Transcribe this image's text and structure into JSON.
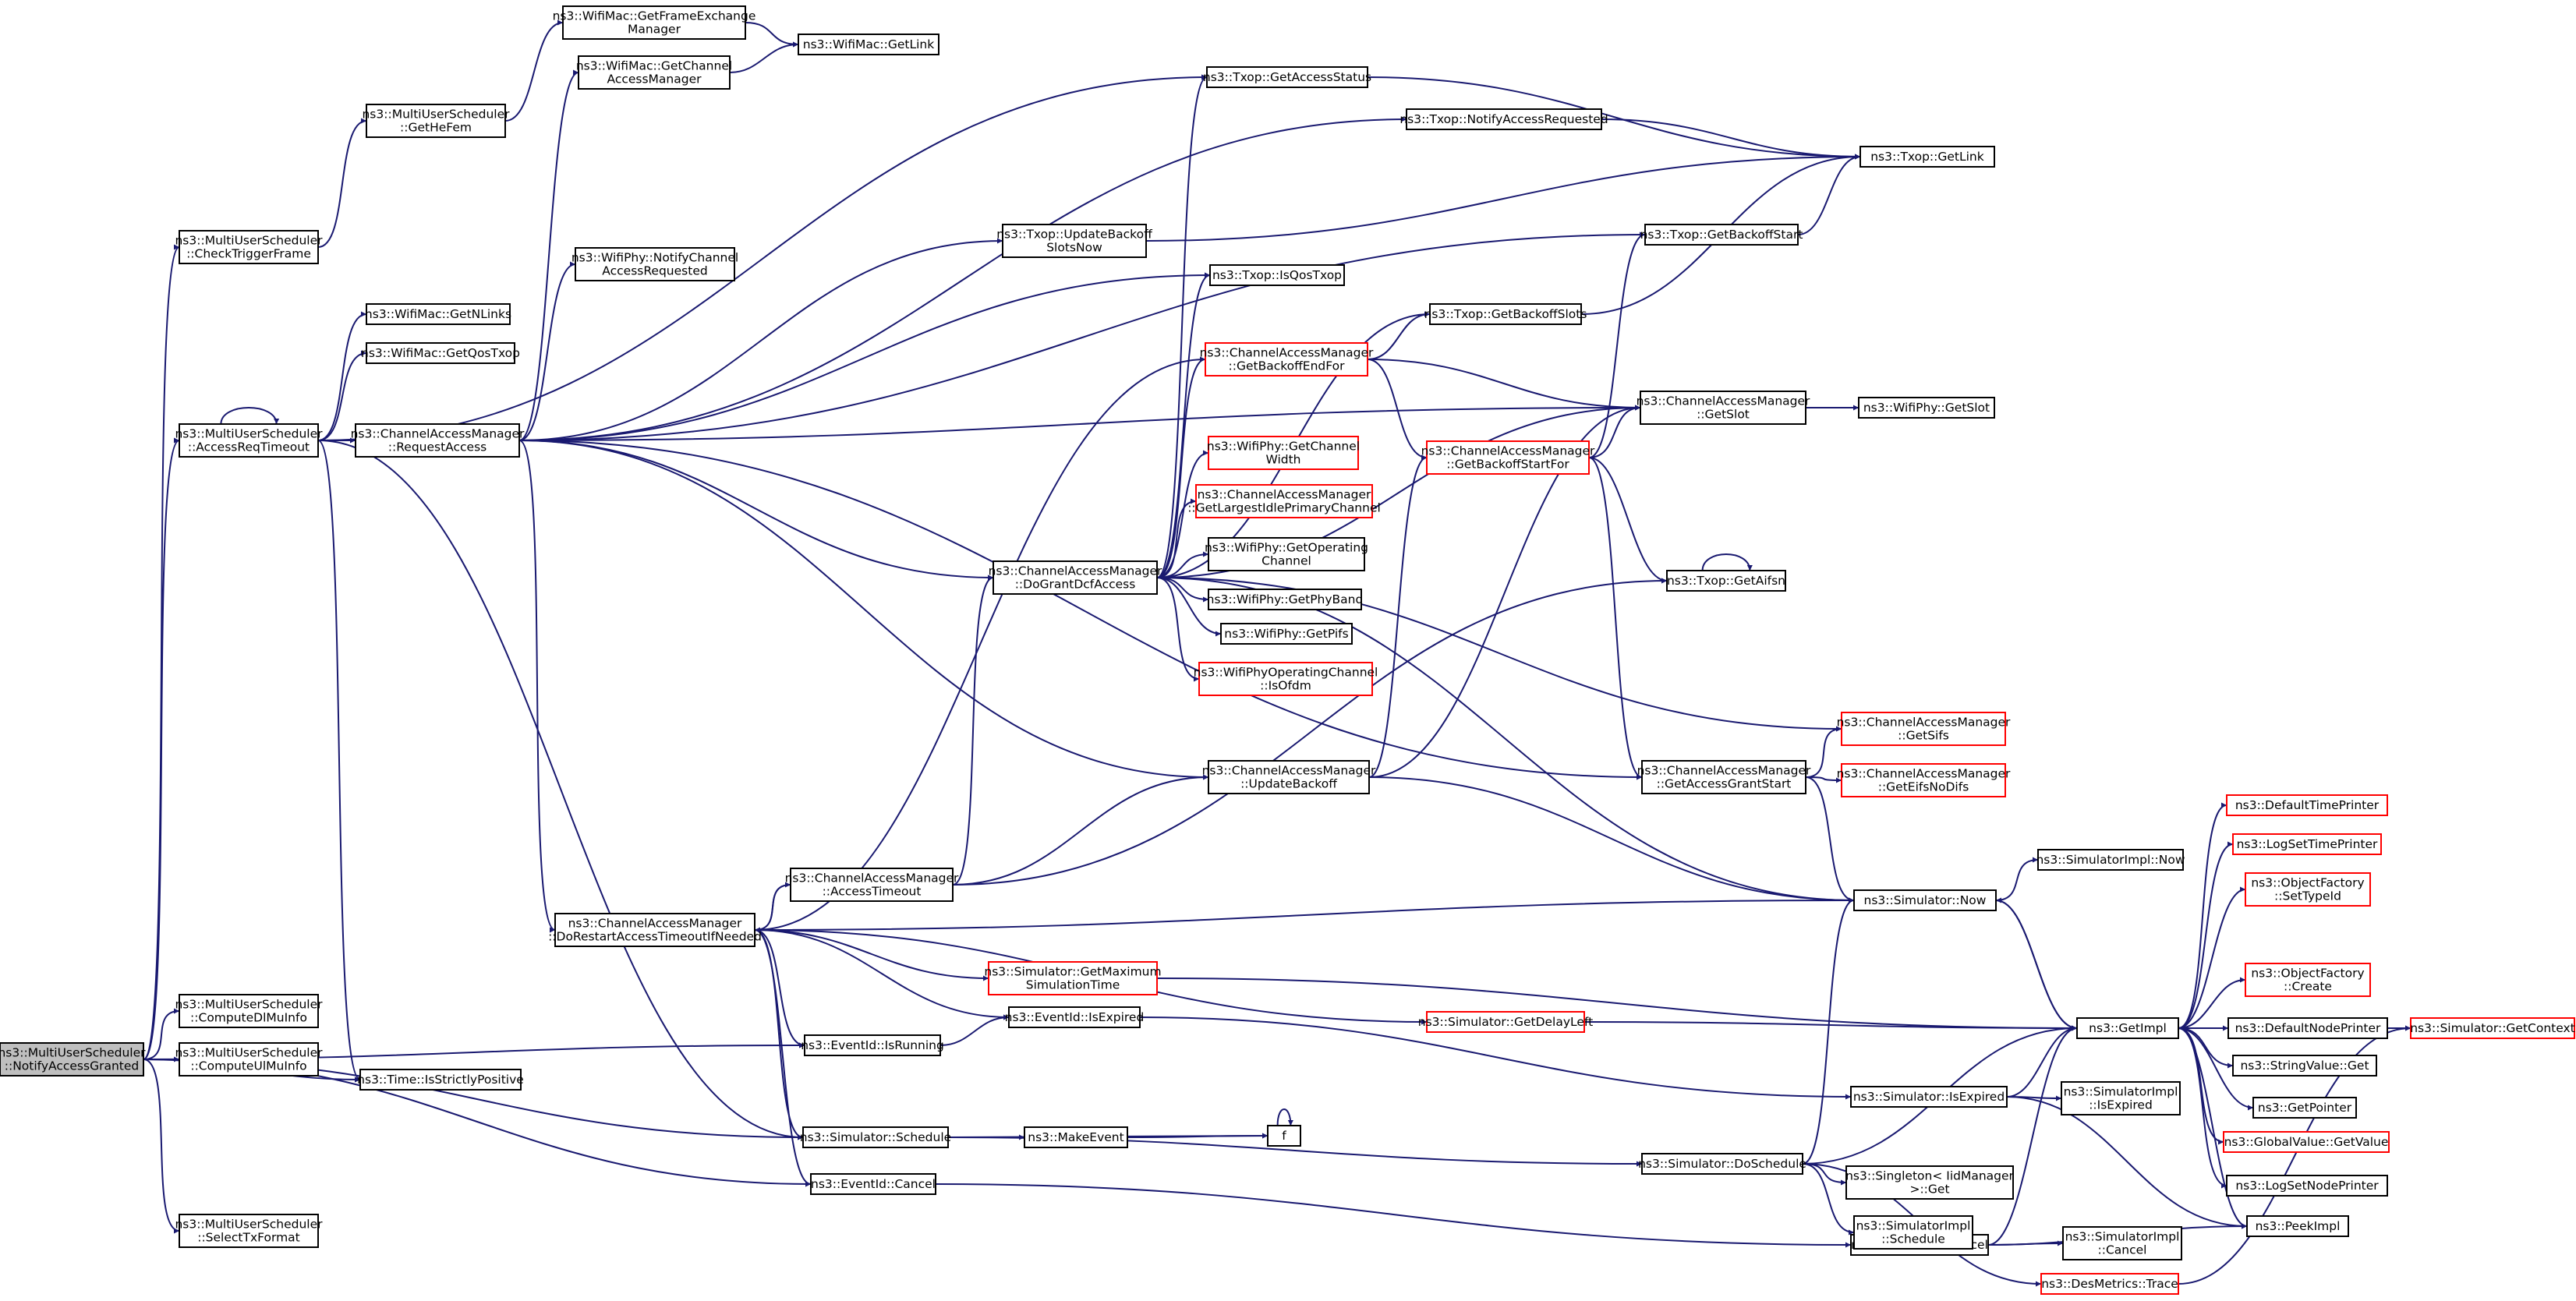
{
  "nodes": [
    {
      "id": "notify_access_granted",
      "lines": [
        "ns3::MultiUserScheduler",
        "::NotifyAccessGranted"
      ]
    },
    {
      "id": "check_trigger_frame",
      "lines": [
        "ns3::MultiUserScheduler",
        "::CheckTriggerFrame"
      ]
    },
    {
      "id": "access_req_timeout",
      "lines": [
        "ns3::MultiUserScheduler",
        "::AccessReqTimeout"
      ]
    },
    {
      "id": "compute_dl_mu_info",
      "lines": [
        "ns3::MultiUserScheduler",
        "::ComputeDlMuInfo"
      ]
    },
    {
      "id": "compute_ul_mu_info",
      "lines": [
        "ns3::MultiUserScheduler",
        "::ComputeUlMuInfo"
      ]
    },
    {
      "id": "select_tx_format",
      "lines": [
        "ns3::MultiUserScheduler",
        "::SelectTxFormat"
      ]
    },
    {
      "id": "get_he_fem",
      "lines": [
        "ns3::MultiUserScheduler",
        "::GetHeFem"
      ]
    },
    {
      "id": "get_frame_exchange_manager",
      "lines": [
        "ns3::WifiMac::GetFrameExchange",
        "Manager"
      ]
    },
    {
      "id": "wifimac_get_link",
      "lines": [
        "ns3::WifiMac::GetLink"
      ]
    },
    {
      "id": "get_channel_access_manager",
      "lines": [
        "ns3::WifiMac::GetChannel",
        "AccessManager"
      ]
    },
    {
      "id": "wifimac_get_nlinks",
      "lines": [
        "ns3::WifiMac::GetNLinks"
      ]
    },
    {
      "id": "wifimac_get_qos_txop",
      "lines": [
        "ns3::WifiMac::GetQosTxop"
      ]
    },
    {
      "id": "cam_request_access",
      "lines": [
        "ns3::ChannelAccessManager",
        "::RequestAccess"
      ]
    },
    {
      "id": "wifiphy_notify_channel_access_requested",
      "lines": [
        "ns3::WifiPhy::NotifyChannel",
        "AccessRequested"
      ]
    },
    {
      "id": "time_is_strictly_positive",
      "lines": [
        "ns3::Time::IsStrictlyPositive"
      ]
    },
    {
      "id": "cam_do_restart_access_timeout",
      "lines": [
        "ns3::ChannelAccessManager",
        "::DoRestartAccessTimeoutIfNeeded"
      ]
    },
    {
      "id": "cam_access_timeout",
      "lines": [
        "ns3::ChannelAccessManager",
        "::AccessTimeout"
      ]
    },
    {
      "id": "eventid_is_running",
      "lines": [
        "ns3::EventId::IsRunning"
      ]
    },
    {
      "id": "simulator_schedule",
      "lines": [
        "ns3::Simulator::Schedule"
      ]
    },
    {
      "id": "eventid_cancel",
      "lines": [
        "ns3::EventId::Cancel"
      ]
    },
    {
      "id": "make_event",
      "lines": [
        "ns3::MakeEvent"
      ]
    },
    {
      "id": "func_f",
      "lines": [
        "f"
      ]
    },
    {
      "id": "eventid_is_expired",
      "lines": [
        "ns3::EventId::IsExpired"
      ]
    },
    {
      "id": "txop_update_backoff_slots_now",
      "lines": [
        "ns3::Txop::UpdateBackoff",
        "SlotsNow"
      ]
    },
    {
      "id": "cam_do_grant_dcf_access",
      "lines": [
        "ns3::ChannelAccessManager",
        "::DoGrantDcfAccess"
      ]
    },
    {
      "id": "simulator_get_maximum_simulation_time",
      "lines": [
        "ns3::Simulator::GetMaximum",
        "SimulationTime"
      ]
    },
    {
      "id": "txop_get_access_status",
      "lines": [
        "ns3::Txop::GetAccessStatus"
      ]
    },
    {
      "id": "txop_is_qos_txop",
      "lines": [
        "ns3::Txop::IsQosTxop"
      ]
    },
    {
      "id": "cam_get_backoff_end_for",
      "lines": [
        "ns3::ChannelAccessManager",
        "::GetBackoffEndFor"
      ]
    },
    {
      "id": "wifiphy_get_channel_width",
      "lines": [
        "ns3::WifiPhy::GetChannel",
        "Width"
      ]
    },
    {
      "id": "cam_get_largest_idle_primary_channel",
      "lines": [
        "ns3::ChannelAccessManager",
        "::GetLargestIdlePrimaryChannel"
      ]
    },
    {
      "id": "wifiphy_get_operating_channel",
      "lines": [
        "ns3::WifiPhy::GetOperating",
        "Channel"
      ]
    },
    {
      "id": "wifiphy_get_phy_band",
      "lines": [
        "ns3::WifiPhy::GetPhyBand"
      ]
    },
    {
      "id": "wifiphy_get_pifs",
      "lines": [
        "ns3::WifiPhy::GetPifs"
      ]
    },
    {
      "id": "wifi_phy_operating_channel_is_ofdm",
      "lines": [
        "ns3::WifiPhyOperatingChannel",
        "::IsOfdm"
      ]
    },
    {
      "id": "cam_update_backoff",
      "lines": [
        "ns3::ChannelAccessManager",
        "::UpdateBackoff"
      ]
    },
    {
      "id": "simulator_get_delay_left",
      "lines": [
        "ns3::Simulator::GetDelayLeft"
      ]
    },
    {
      "id": "txop_notify_access_requested",
      "lines": [
        "ns3::Txop::NotifyAccessRequested"
      ]
    },
    {
      "id": "txop_get_backoff_slots",
      "lines": [
        "ns3::Txop::GetBackoffSlots"
      ]
    },
    {
      "id": "cam_get_backoff_start_for",
      "lines": [
        "ns3::ChannelAccessManager",
        "::GetBackoffStartFor"
      ]
    },
    {
      "id": "cam_get_access_grant_start",
      "lines": [
        "ns3::ChannelAccessManager",
        "::GetAccessGrantStart"
      ]
    },
    {
      "id": "simulator_do_schedule",
      "lines": [
        "ns3::Simulator::DoSchedule"
      ]
    },
    {
      "id": "txop_get_link",
      "lines": [
        "ns3::Txop::GetLink"
      ]
    },
    {
      "id": "txop_get_backoff_start",
      "lines": [
        "ns3::Txop::GetBackoffStart"
      ]
    },
    {
      "id": "cam_get_slot",
      "lines": [
        "ns3::ChannelAccessManager",
        "::GetSlot"
      ]
    },
    {
      "id": "txop_get_aifsn",
      "lines": [
        "ns3::Txop::GetAifsn"
      ]
    },
    {
      "id": "simulator_now",
      "lines": [
        "ns3::Simulator::Now"
      ]
    },
    {
      "id": "simulator_is_expired",
      "lines": [
        "ns3::Simulator::IsExpired"
      ]
    },
    {
      "id": "simulator_cancel",
      "lines": [
        "ns3::Simulator::Cancel"
      ]
    },
    {
      "id": "singleton_get",
      "lines": [
        "ns3::Singleton< IidManager",
        ">::Get"
      ]
    },
    {
      "id": "simulator_impl_schedule",
      "lines": [
        "ns3::SimulatorImpl",
        "::Schedule"
      ]
    },
    {
      "id": "des_metrics_trace",
      "lines": [
        "ns3::DesMetrics::Trace"
      ]
    },
    {
      "id": "wifiphy_get_slot",
      "lines": [
        "ns3::WifiPhy::GetSlot"
      ]
    },
    {
      "id": "cam_get_sifs",
      "lines": [
        "ns3::ChannelAccessManager",
        "::GetSifs"
      ]
    },
    {
      "id": "cam_get_eifs_no_difs",
      "lines": [
        "ns3::ChannelAccessManager",
        "::GetEifsNoDifs"
      ]
    },
    {
      "id": "simulator_impl_now",
      "lines": [
        "ns3::SimulatorImpl::Now"
      ]
    },
    {
      "id": "get_impl",
      "lines": [
        "ns3::GetImpl"
      ]
    },
    {
      "id": "simulator_impl_is_expired",
      "lines": [
        "ns3::SimulatorImpl",
        "::IsExpired"
      ]
    },
    {
      "id": "simulator_impl_cancel",
      "lines": [
        "ns3::SimulatorImpl",
        "::Cancel"
      ]
    },
    {
      "id": "peek_impl",
      "lines": [
        "ns3::PeekImpl"
      ]
    },
    {
      "id": "default_time_printer",
      "lines": [
        "ns3::DefaultTimePrinter"
      ]
    },
    {
      "id": "log_set_time_printer",
      "lines": [
        "ns3::LogSetTimePrinter"
      ]
    },
    {
      "id": "object_factory_set_type_id",
      "lines": [
        "ns3::ObjectFactory",
        "::SetTypeId"
      ]
    },
    {
      "id": "object_factory_create",
      "lines": [
        "ns3::ObjectFactory",
        "::Create"
      ]
    },
    {
      "id": "default_node_printer",
      "lines": [
        "ns3::DefaultNodePrinter"
      ]
    },
    {
      "id": "string_value_get",
      "lines": [
        "ns3::StringValue::Get"
      ]
    },
    {
      "id": "get_pointer",
      "lines": [
        "ns3::GetPointer"
      ]
    },
    {
      "id": "global_value_get_value",
      "lines": [
        "ns3::GlobalValue::GetValue"
      ]
    },
    {
      "id": "log_set_node_printer",
      "lines": [
        "ns3::LogSetNodePrinter"
      ]
    },
    {
      "id": "simulator_get_context",
      "lines": [
        "ns3::Simulator::GetContext"
      ]
    }
  ]
}
